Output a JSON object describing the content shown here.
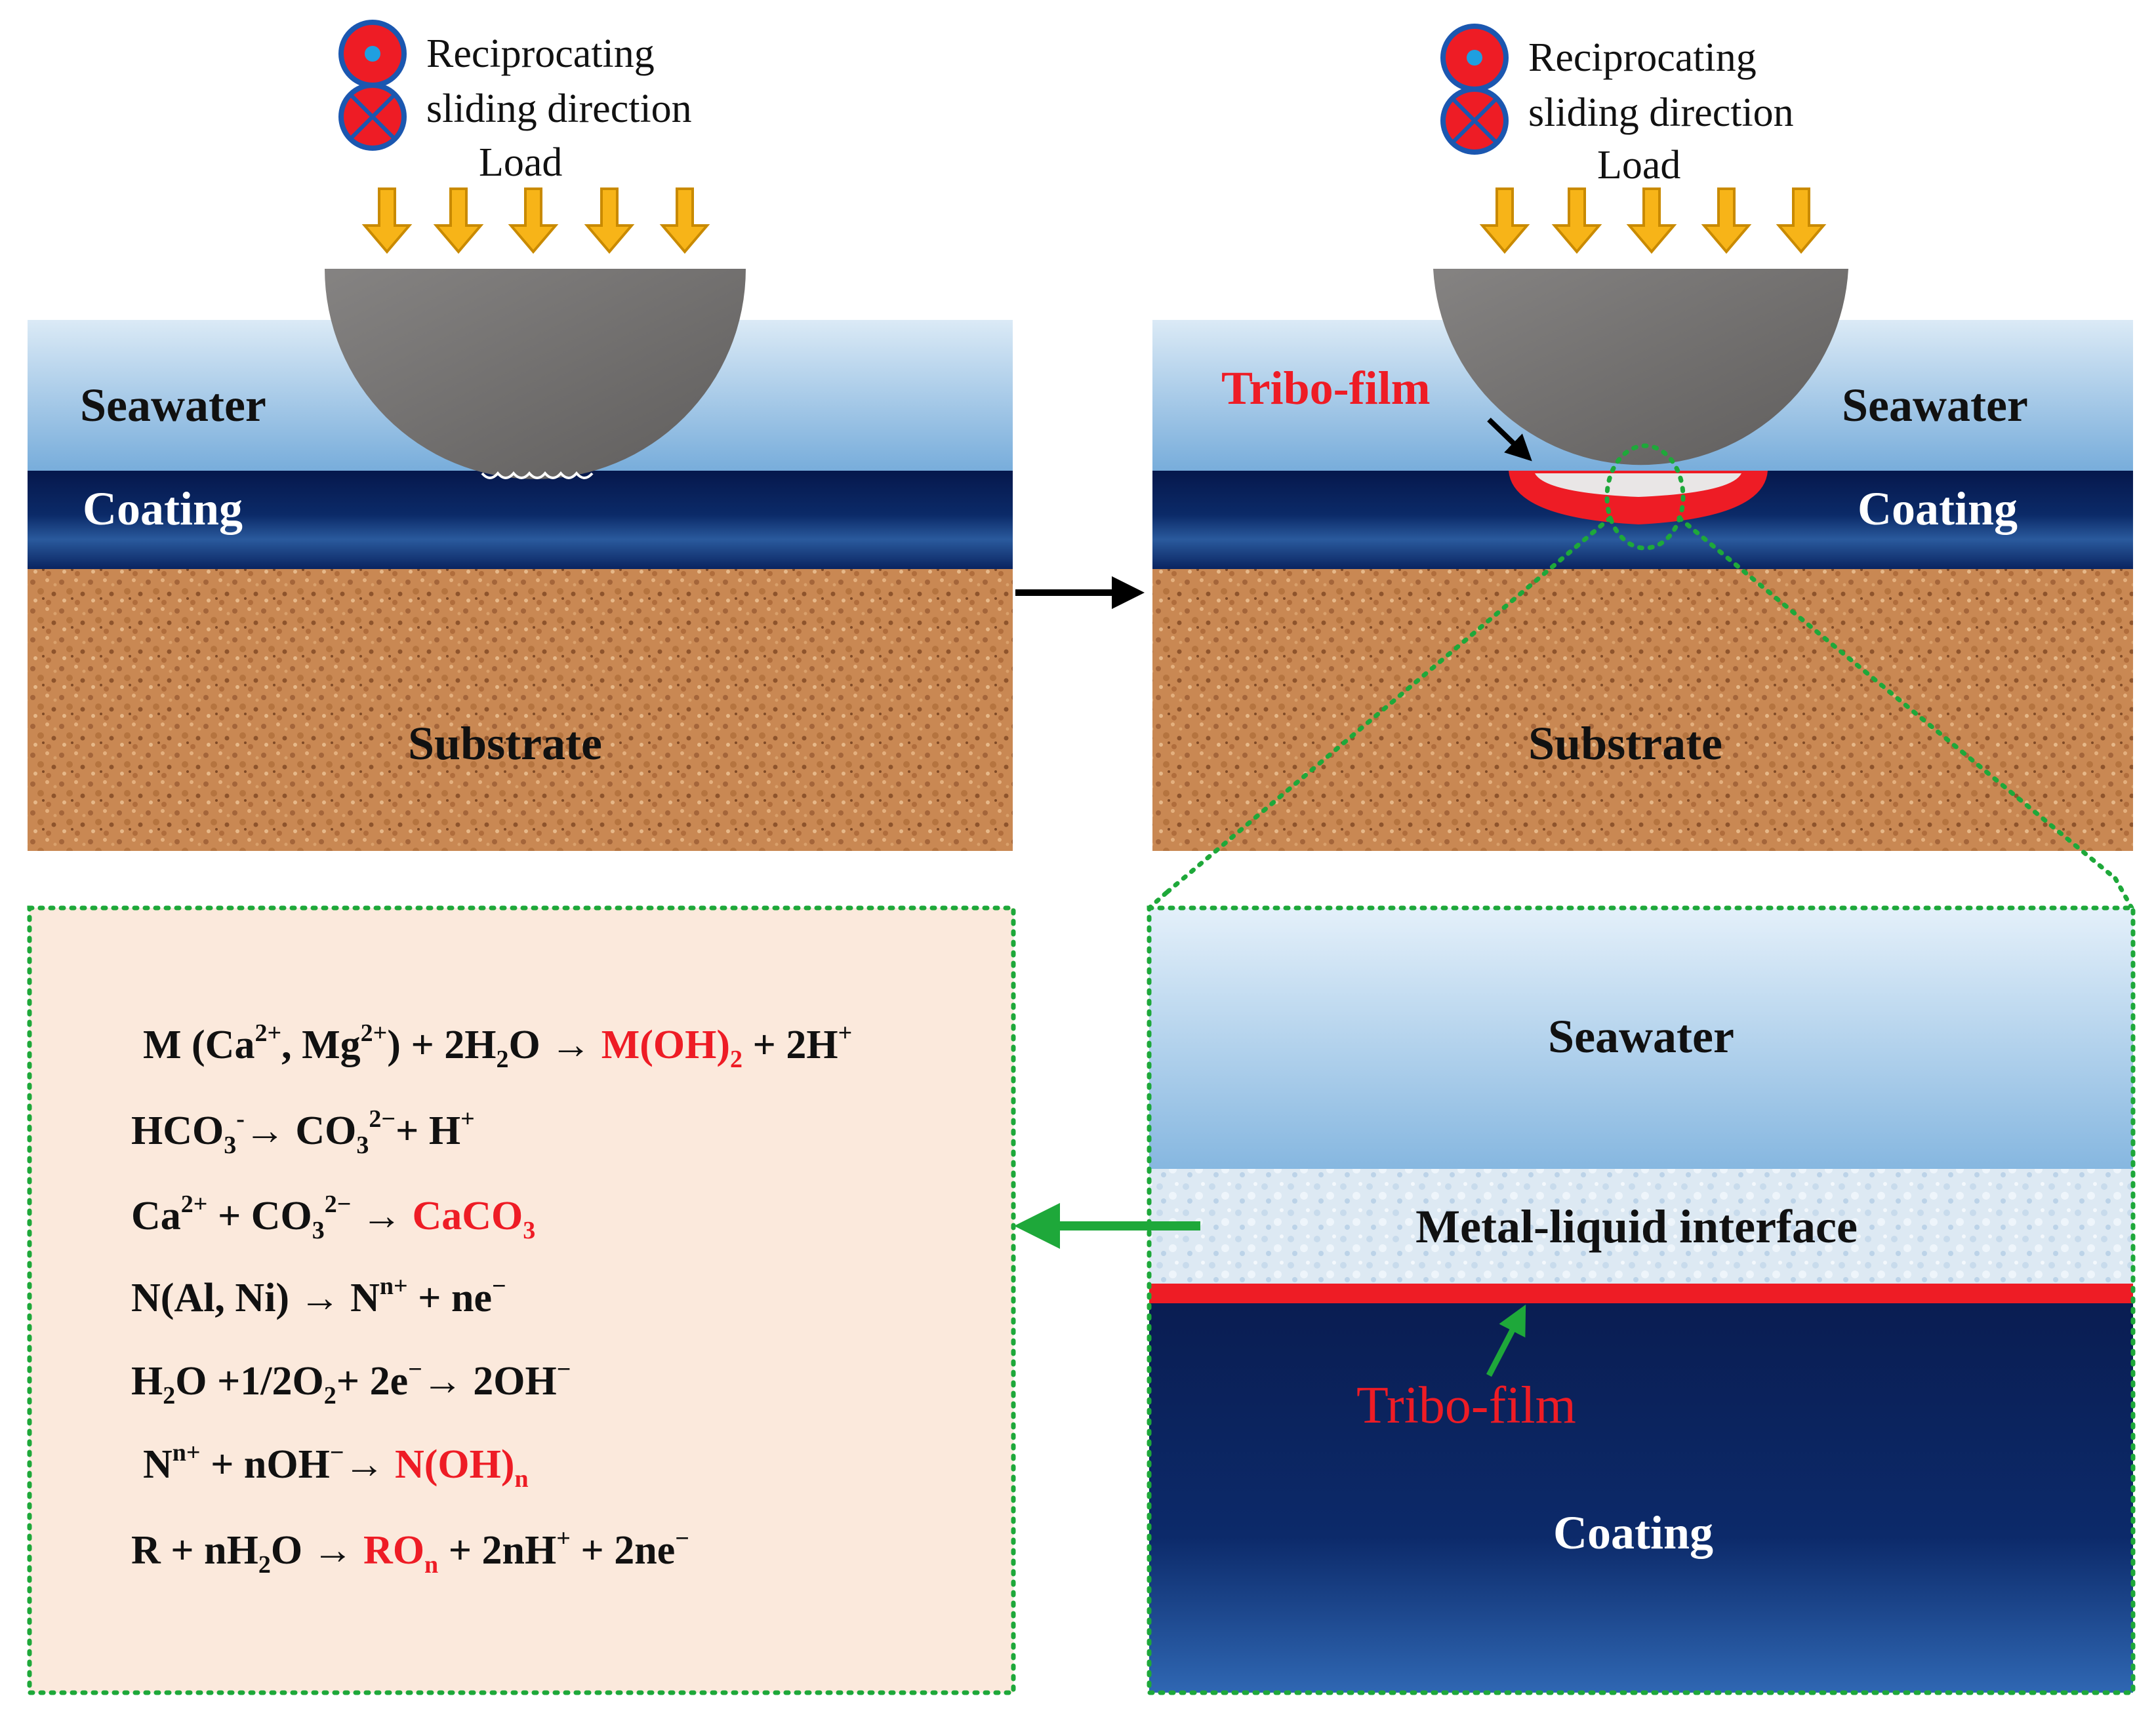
{
  "colors": {
    "seawater_top": "#c6def2",
    "seawater_bottom": "#7bb0dc",
    "coating_dark": "#04184d",
    "coating_light": "#1f4f95",
    "substrate": "#c78651",
    "ball": "#737170",
    "arrow_fill": "#f7b418",
    "arrow_stroke": "#c98a00",
    "tribo_red": "#ee1c25",
    "zoom_green": "#1ea83a",
    "reaction_bg": "#fbe9dc",
    "interface_bg": "#dfeaf4"
  },
  "legend": {
    "line1": "Reciprocating",
    "line2": "sliding direction",
    "load": "Load",
    "out_of_plane_icon": "dot-in-circle-icon",
    "into_plane_icon": "cross-in-circle-icon"
  },
  "panels": {
    "before": {
      "seawater": "Seawater",
      "coating": "Coating",
      "substrate": "Substrate"
    },
    "after": {
      "tribo_film": "Tribo-film",
      "seawater": "Seawater",
      "coating": "Coating",
      "substrate": "Substrate"
    },
    "zoom": {
      "seawater": "Seawater",
      "interface": "Metal-liquid interface",
      "tribo_film": "Tribo-film",
      "coating": "Coating"
    }
  },
  "reactions": {
    "r1": {
      "a": "M (Ca",
      "a_sup": "2+",
      "b": ", Mg",
      "b_sup": "2+",
      "c": ") + 2H",
      "c_sub": "2",
      "d": "O → ",
      "prod": "M(OH)",
      "prod_sub": "2",
      "e": " + 2H",
      "e_sup": "+"
    },
    "r2": {
      "a": "HCO",
      "a_sub": "3",
      "a_sup": "-",
      "b": "→ CO",
      "b_sub": "3",
      "b_sup": "2−",
      "c": "+ H",
      "c_sup": "+"
    },
    "r3": {
      "a": "Ca",
      "a_sup": "2+",
      "b": " + CO",
      "b_sub": "3",
      "b_sup": "2−",
      "c": " → ",
      "prod": "CaCO",
      "prod_sub": "3"
    },
    "r4": {
      "a": "N(Al, Ni) → N",
      "a_sup": "n+",
      "b": " + ne",
      "b_sup": "−"
    },
    "r5": {
      "a": "H",
      "a_sub": "2",
      "b": "O +1/2O",
      "b_sub": "2",
      "c": "+ 2e",
      "c_sup": "−",
      "d": "→ 2OH",
      "d_sup": "−"
    },
    "r6": {
      "a": "N",
      "a_sup": "n+",
      "b": " + nOH",
      "b_sup": "−",
      "c": "→ ",
      "prod": "N(OH)",
      "prod_sub": "n"
    },
    "r7": {
      "a": "R + nH",
      "a_sub": "2",
      "b": "O → ",
      "prod": "RO",
      "prod_sub": "n",
      "c": " + 2nH",
      "c_sup": "+",
      "d": " + 2ne",
      "d_sup": "−"
    }
  }
}
